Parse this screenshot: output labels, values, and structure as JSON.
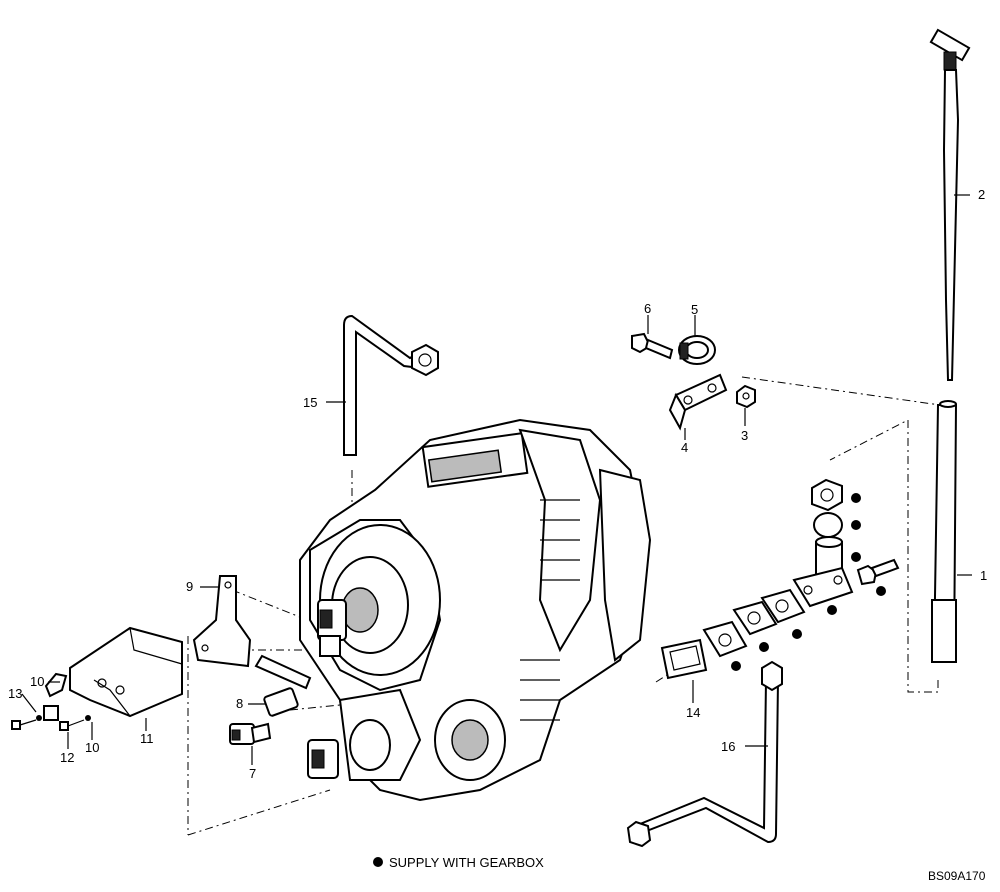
{
  "diagram": {
    "footnote": "SUPPLY WITH GEARBOX",
    "drawing_code": "BS09A170",
    "callouts": {
      "c1": "1",
      "c2": "2",
      "c3": "3",
      "c4": "4",
      "c5": "5",
      "c6": "6",
      "c7": "7",
      "c8": "8",
      "c9": "9",
      "c10a": "10",
      "c10b": "10",
      "c11": "11",
      "c12": "12",
      "c13": "13",
      "c14": "14",
      "c15": "15",
      "c16": "16"
    }
  }
}
